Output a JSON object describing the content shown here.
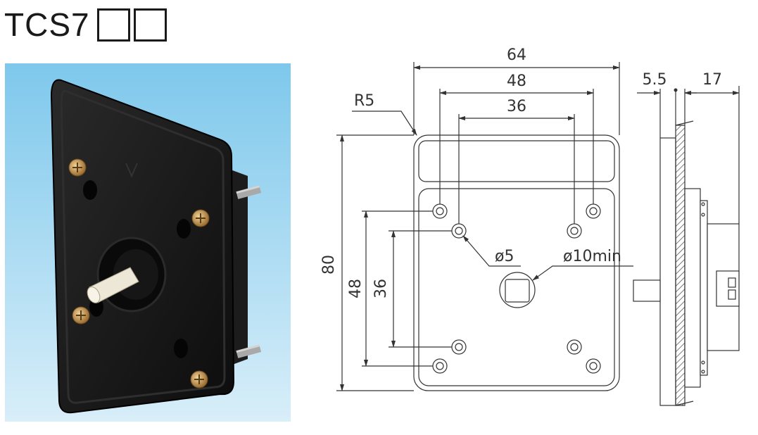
{
  "title": "TCS7",
  "code_boxes": [
    "",
    ""
  ],
  "colors": {
    "photo_sky_top": "#7ec8ec",
    "photo_sky_bottom": "#d8eef9",
    "plate": "#141414",
    "shaft": "#ece7d6",
    "screw": "#b8894b",
    "line": "#333333"
  },
  "dimensions": {
    "width_overall": "64",
    "hole_spacing_outer_h": "48",
    "hole_spacing_inner_h": "36",
    "corner_radius": "R5",
    "height_overall": "80",
    "hole_spacing_outer_v": "48",
    "hole_spacing_inner_v": "36",
    "hole_diameter": "ø5",
    "shaft_hole": "ø10min",
    "side_thickness": "5.5",
    "side_depth": "17"
  }
}
